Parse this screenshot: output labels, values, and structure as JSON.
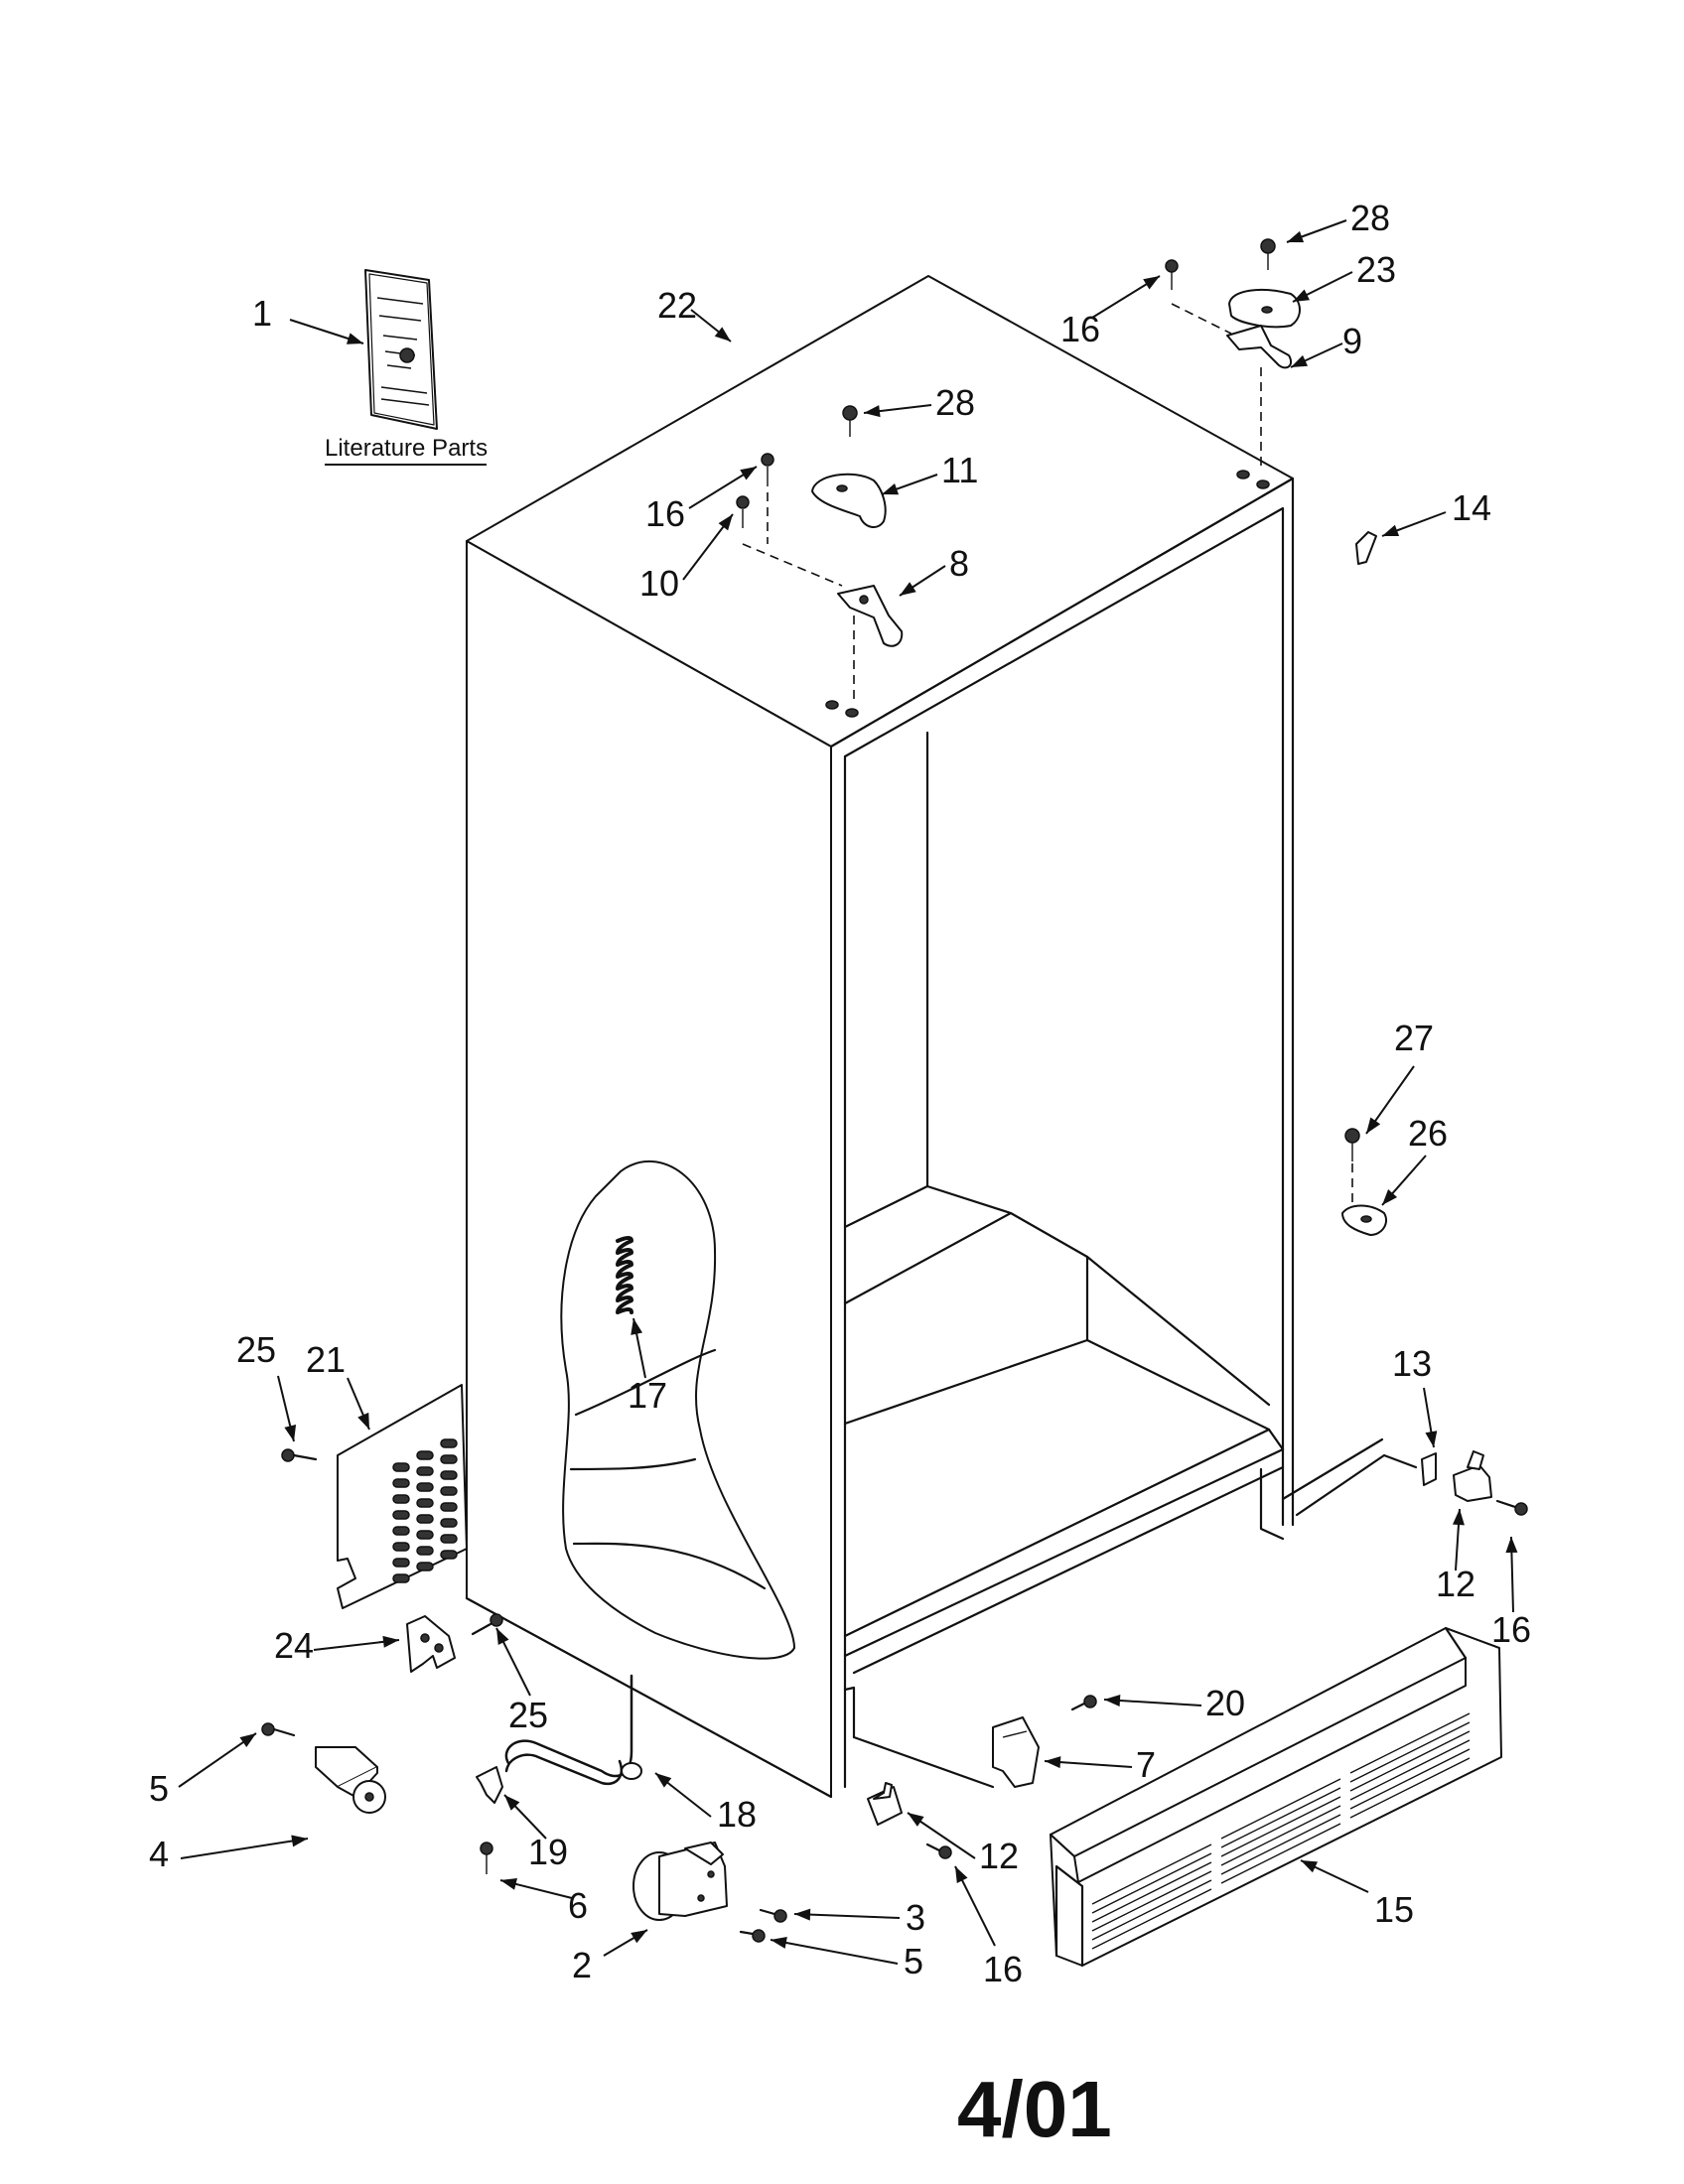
{
  "caption": "Literature Parts",
  "date_code": "4/01",
  "callouts": [
    {
      "id": "c1",
      "text": "1"
    },
    {
      "id": "c22",
      "text": "22"
    },
    {
      "id": "c28a",
      "text": "28"
    },
    {
      "id": "c23",
      "text": "23"
    },
    {
      "id": "c16a",
      "text": "16"
    },
    {
      "id": "c9",
      "text": "9"
    },
    {
      "id": "c28b",
      "text": "28"
    },
    {
      "id": "c11",
      "text": "11"
    },
    {
      "id": "c16b",
      "text": "16"
    },
    {
      "id": "c10",
      "text": "10"
    },
    {
      "id": "c8",
      "text": "8"
    },
    {
      "id": "c14",
      "text": "14"
    },
    {
      "id": "c27",
      "text": "27"
    },
    {
      "id": "c26",
      "text": "26"
    },
    {
      "id": "c25a",
      "text": "25"
    },
    {
      "id": "c21",
      "text": "21"
    },
    {
      "id": "c17",
      "text": "17"
    },
    {
      "id": "c13",
      "text": "13"
    },
    {
      "id": "c12a",
      "text": "12"
    },
    {
      "id": "c16c",
      "text": "16"
    },
    {
      "id": "c24",
      "text": "24"
    },
    {
      "id": "c25b",
      "text": "25"
    },
    {
      "id": "c20",
      "text": "20"
    },
    {
      "id": "c7",
      "text": "7"
    },
    {
      "id": "c5a",
      "text": "5"
    },
    {
      "id": "c18",
      "text": "18"
    },
    {
      "id": "c4",
      "text": "4"
    },
    {
      "id": "c19",
      "text": "19"
    },
    {
      "id": "c12b",
      "text": "12"
    },
    {
      "id": "c6",
      "text": "6"
    },
    {
      "id": "c3",
      "text": "3"
    },
    {
      "id": "c15",
      "text": "15"
    },
    {
      "id": "c2",
      "text": "2"
    },
    {
      "id": "c5b",
      "text": "5"
    },
    {
      "id": "c16d",
      "text": "16"
    }
  ]
}
